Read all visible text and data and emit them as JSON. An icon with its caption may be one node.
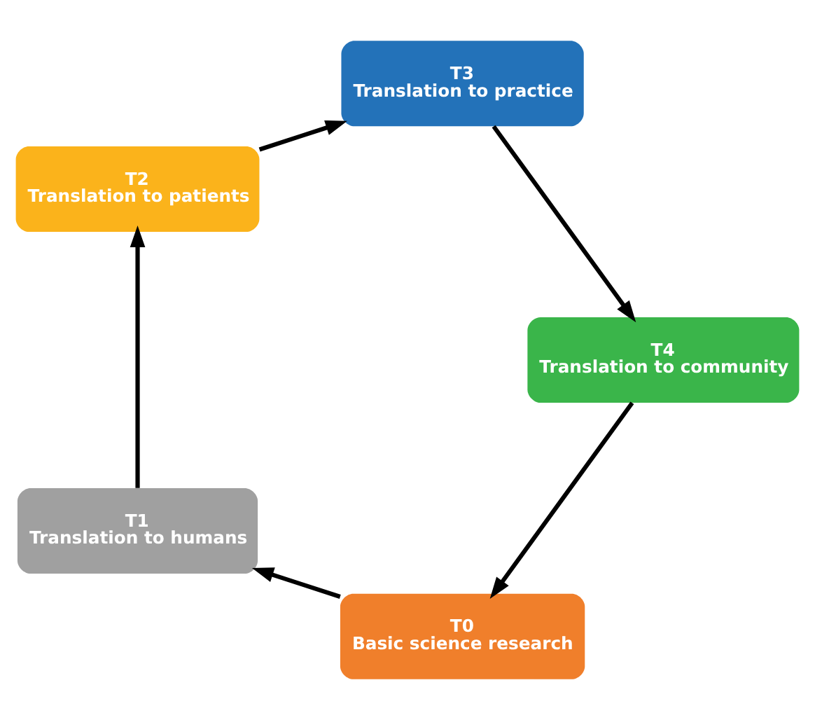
{
  "diagram": {
    "nodes": [
      {
        "text": [
          "T0",
          "Basic science research"
        ]
      },
      {
        "text": [
          "T1",
          "Translation to humans"
        ]
      },
      {
        "text": [
          "T2",
          "Translation to patients"
        ]
      },
      {
        "text": [
          "T3",
          "Translation to practice"
        ]
      },
      {
        "text": [
          "T4",
          "Translation to community"
        ]
      }
    ],
    "edges": [
      {
        "from": 0,
        "to": 1,
        "arrow": "to"
      },
      {
        "from": 1,
        "to": 2,
        "arrow": "to"
      },
      {
        "from": 2,
        "to": 3,
        "arrow": "to"
      },
      {
        "from": 3,
        "to": 4,
        "arrow": "to"
      },
      {
        "from": 4,
        "to": 0,
        "arrow": "to"
      }
    ]
  }
}
